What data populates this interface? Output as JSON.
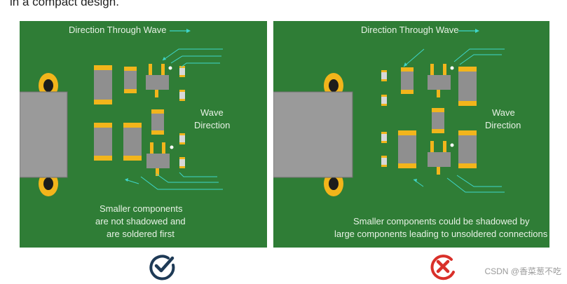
{
  "top_caption": "in a compact design.",
  "left_panel": {
    "direction_label": "Direction Through Wave",
    "wave_label_line1": "Wave",
    "wave_label_line2": "Direction",
    "caption_line1": "Smaller components",
    "caption_line2": "are not shadowed and",
    "caption_line3": "are soldered first"
  },
  "right_panel": {
    "direction_label": "Direction Through Wave",
    "wave_label_line1": "Wave",
    "wave_label_line2": "Direction",
    "caption_line1": "Smaller components could be shadowed by",
    "caption_line2": "large components leading to unsoldered connections"
  },
  "icons": {
    "good": "check-circle-icon",
    "bad": "x-circle-icon"
  },
  "watermark": "CSDN @香菜葱不吃",
  "colors": {
    "board": "#2f7d36",
    "pad": "#f2b51b",
    "component": "#8f8f8f",
    "connector": "#9a9a9a",
    "arrow": "#3fd6c9",
    "check": "#1e3a56",
    "cross": "#d9302a"
  }
}
